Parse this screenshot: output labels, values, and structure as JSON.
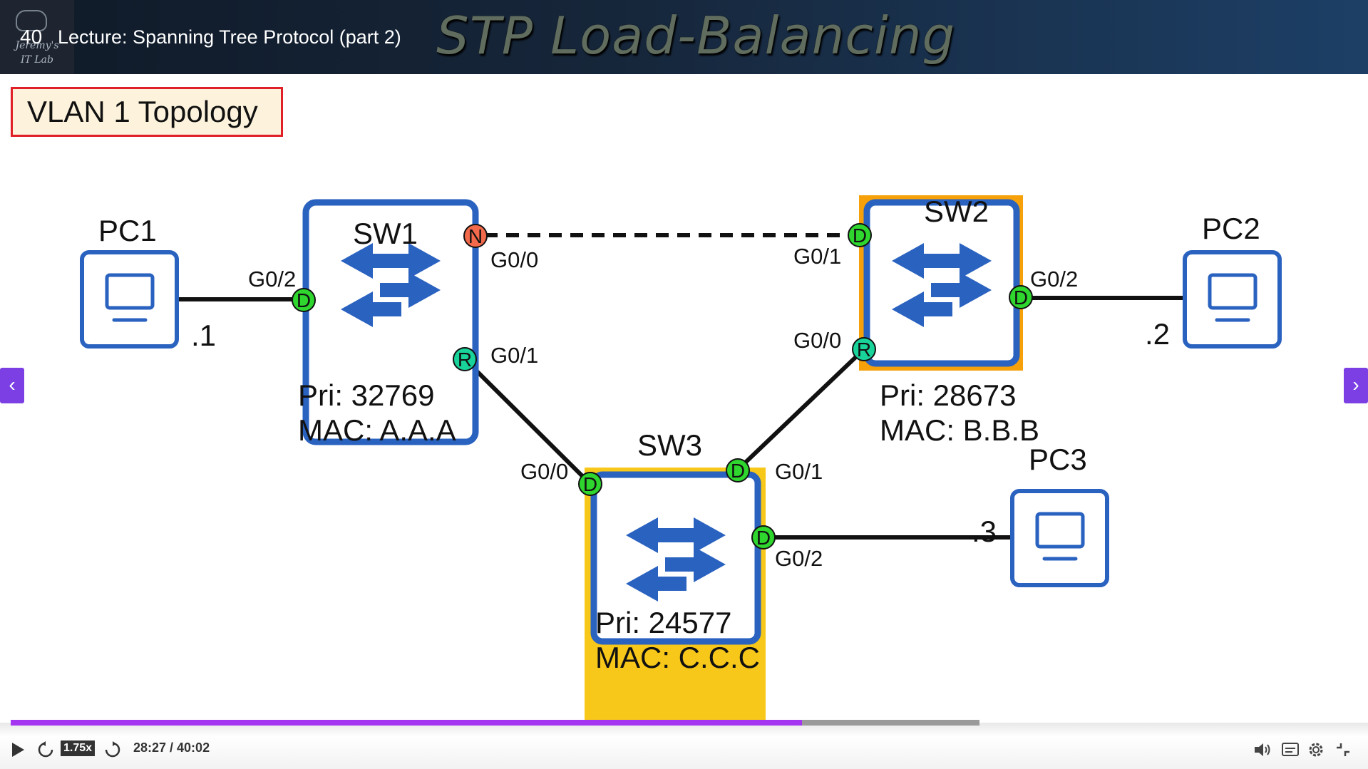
{
  "header": {
    "lecture_number": "40",
    "lecture_title": "Lecture: Spanning Tree Protocol (part 2)",
    "slide_heading": "STP Load-Balancing",
    "logo_line1": "Jeremy's",
    "logo_line2": "IT Lab"
  },
  "slide": {
    "topology_label": "VLAN 1 Topology",
    "devices": {
      "sw1": {
        "name": "SW1",
        "priority": "Pri: 32769",
        "mac": "MAC: A.A.A"
      },
      "sw2": {
        "name": "SW2",
        "priority": "Pri: 28673",
        "mac": "MAC: B.B.B"
      },
      "sw3": {
        "name": "SW3",
        "priority": "Pri: 24577",
        "mac": "MAC: C.C.C"
      },
      "pc1": {
        "name": "PC1",
        "ip": ".1"
      },
      "pc2": {
        "name": "PC2",
        "ip": ".2"
      },
      "pc3": {
        "name": "PC3",
        "ip": ".3"
      }
    },
    "ports": {
      "sw1_g02": {
        "label": "G0/2",
        "state": "D"
      },
      "sw1_g00": {
        "label": "G0/0",
        "state": "N"
      },
      "sw1_g01": {
        "label": "G0/1",
        "state": "R"
      },
      "sw2_g01": {
        "label": "G0/1",
        "state": "D"
      },
      "sw2_g02": {
        "label": "G0/2",
        "state": "D"
      },
      "sw2_g00": {
        "label": "G0/0",
        "state": "R"
      },
      "sw3_g00": {
        "label": "G0/0",
        "state": "D"
      },
      "sw3_g01": {
        "label": "G0/1",
        "state": "D"
      },
      "sw3_g02": {
        "label": "G0/2",
        "state": "D"
      }
    },
    "colors": {
      "switch_border": "#2a62c0",
      "sw2_highlight": "#f6a10a",
      "sw3_highlight": "#f7c81a",
      "designated": "#2ed62e",
      "root": "#19d49a",
      "non_designated": "#f26a4b"
    }
  },
  "player": {
    "speed": "1.75x",
    "time": "28:27 / 40:02",
    "progress": 0.817,
    "icons": [
      "play-icon",
      "rewind-icon",
      "forward-icon",
      "volume-icon",
      "captions-icon",
      "settings-icon",
      "fullscreen-exit-icon"
    ]
  }
}
